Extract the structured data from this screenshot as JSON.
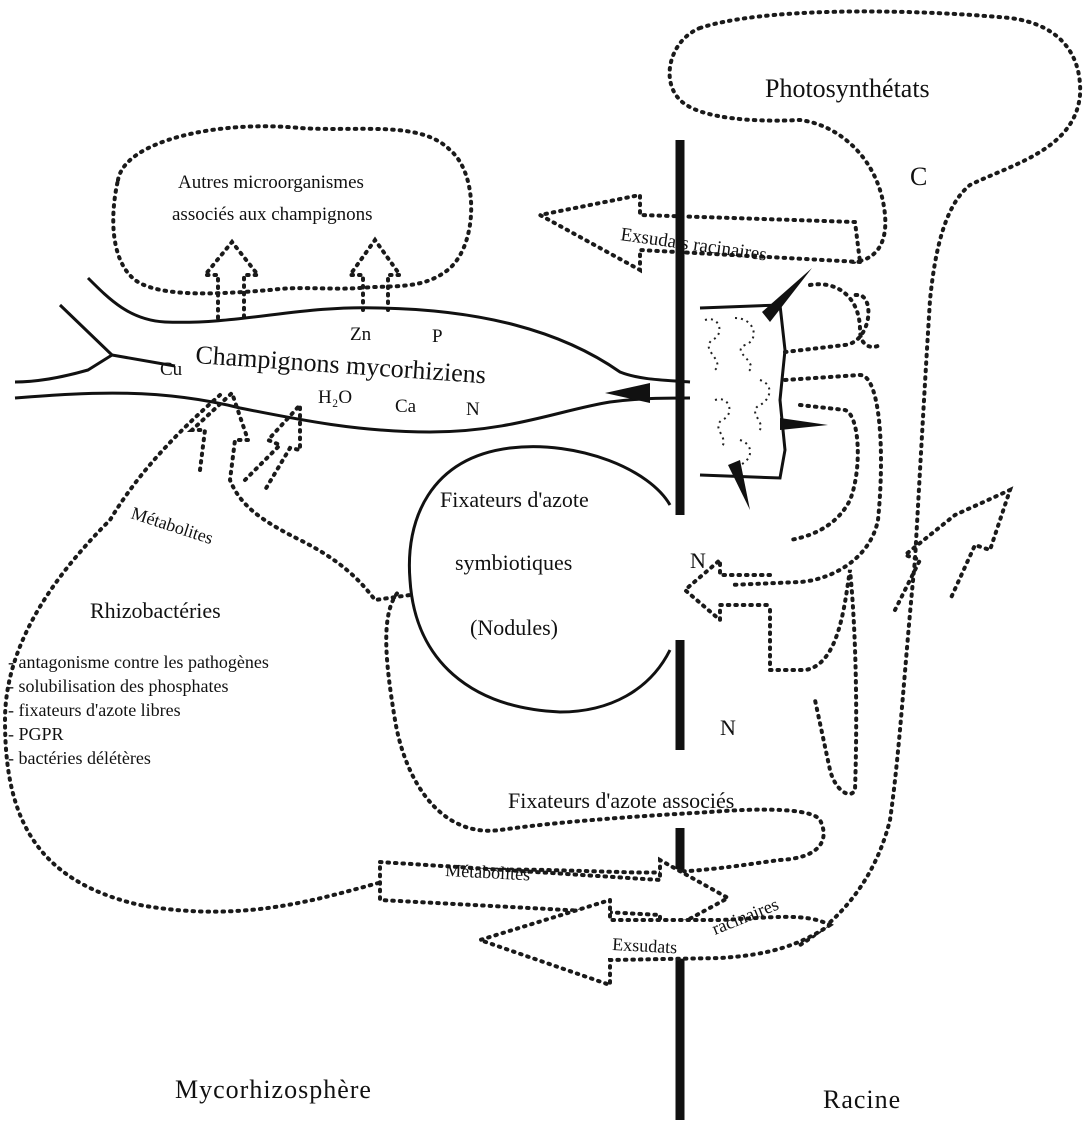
{
  "labels": {
    "photosynthates": "Photosynthétats",
    "carbon": "C",
    "other_microorganisms_line1": "Autres microorganismes",
    "other_microorganisms_line2": "associés aux champignons",
    "root_exudates_top": "Exsudats racinaires",
    "zinc": "Zn",
    "phosphorus": "P",
    "copper": "Cu",
    "mycorrhizal_fungi": "Champignons mycorhiziens",
    "water": "H₂O",
    "calcium": "Ca",
    "nitrogen_fungi": "N",
    "metabolites_left": "Métabolites",
    "symbiotic_fixers_line1": "Fixateurs d'azote",
    "symbiotic_fixers_line2": "symbiotiques",
    "symbiotic_fixers_line3": "(Nodules)",
    "nitrogen_nodules": "N",
    "nitrogen_lower": "N",
    "rhizobacteria_title": "Rhizobactéries",
    "associated_fixers": "Fixateurs d'azote associés",
    "metabolites_bottom": "Métabolites",
    "exsudats_bottom": "Exsudats",
    "racinaires_bottom": "racinaires",
    "mycorhizosphere": "Mycorhizosphère",
    "racine": "Racine"
  },
  "rhizobacteria_items": [
    "- antagonisme contre les pathogènes",
    "- solubilisation des phosphates",
    "- fixateurs d'azote libres",
    "- PGPR",
    "- bactéries délétères"
  ]
}
